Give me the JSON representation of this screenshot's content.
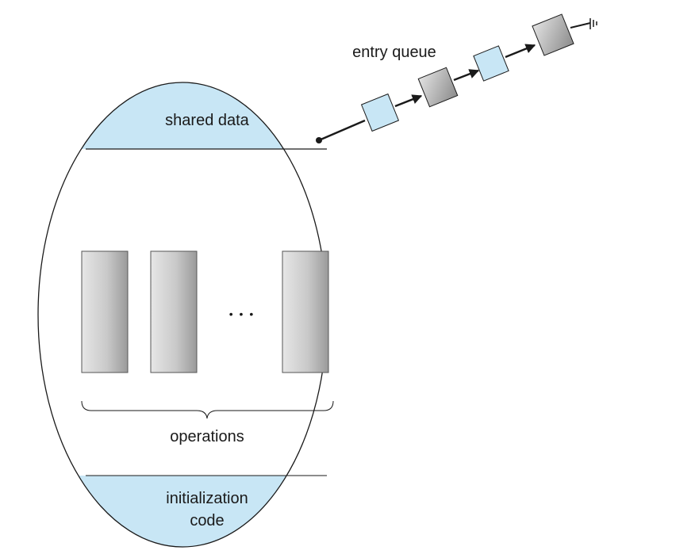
{
  "monitor": {
    "shared_data_label": "shared data",
    "operations_label": "operations",
    "init_label_line1": "initialization",
    "init_label_line2": "code",
    "ellipsis": "• • •"
  },
  "entry_queue": {
    "label": "entry queue",
    "nodes": [
      "blue",
      "gray",
      "blue",
      "gray"
    ]
  },
  "colors": {
    "section_fill": "#c8e6f5",
    "queue_blue": "#c8e6f5",
    "queue_gray": "#c4c4c4",
    "outline": "#1a1a1a"
  }
}
